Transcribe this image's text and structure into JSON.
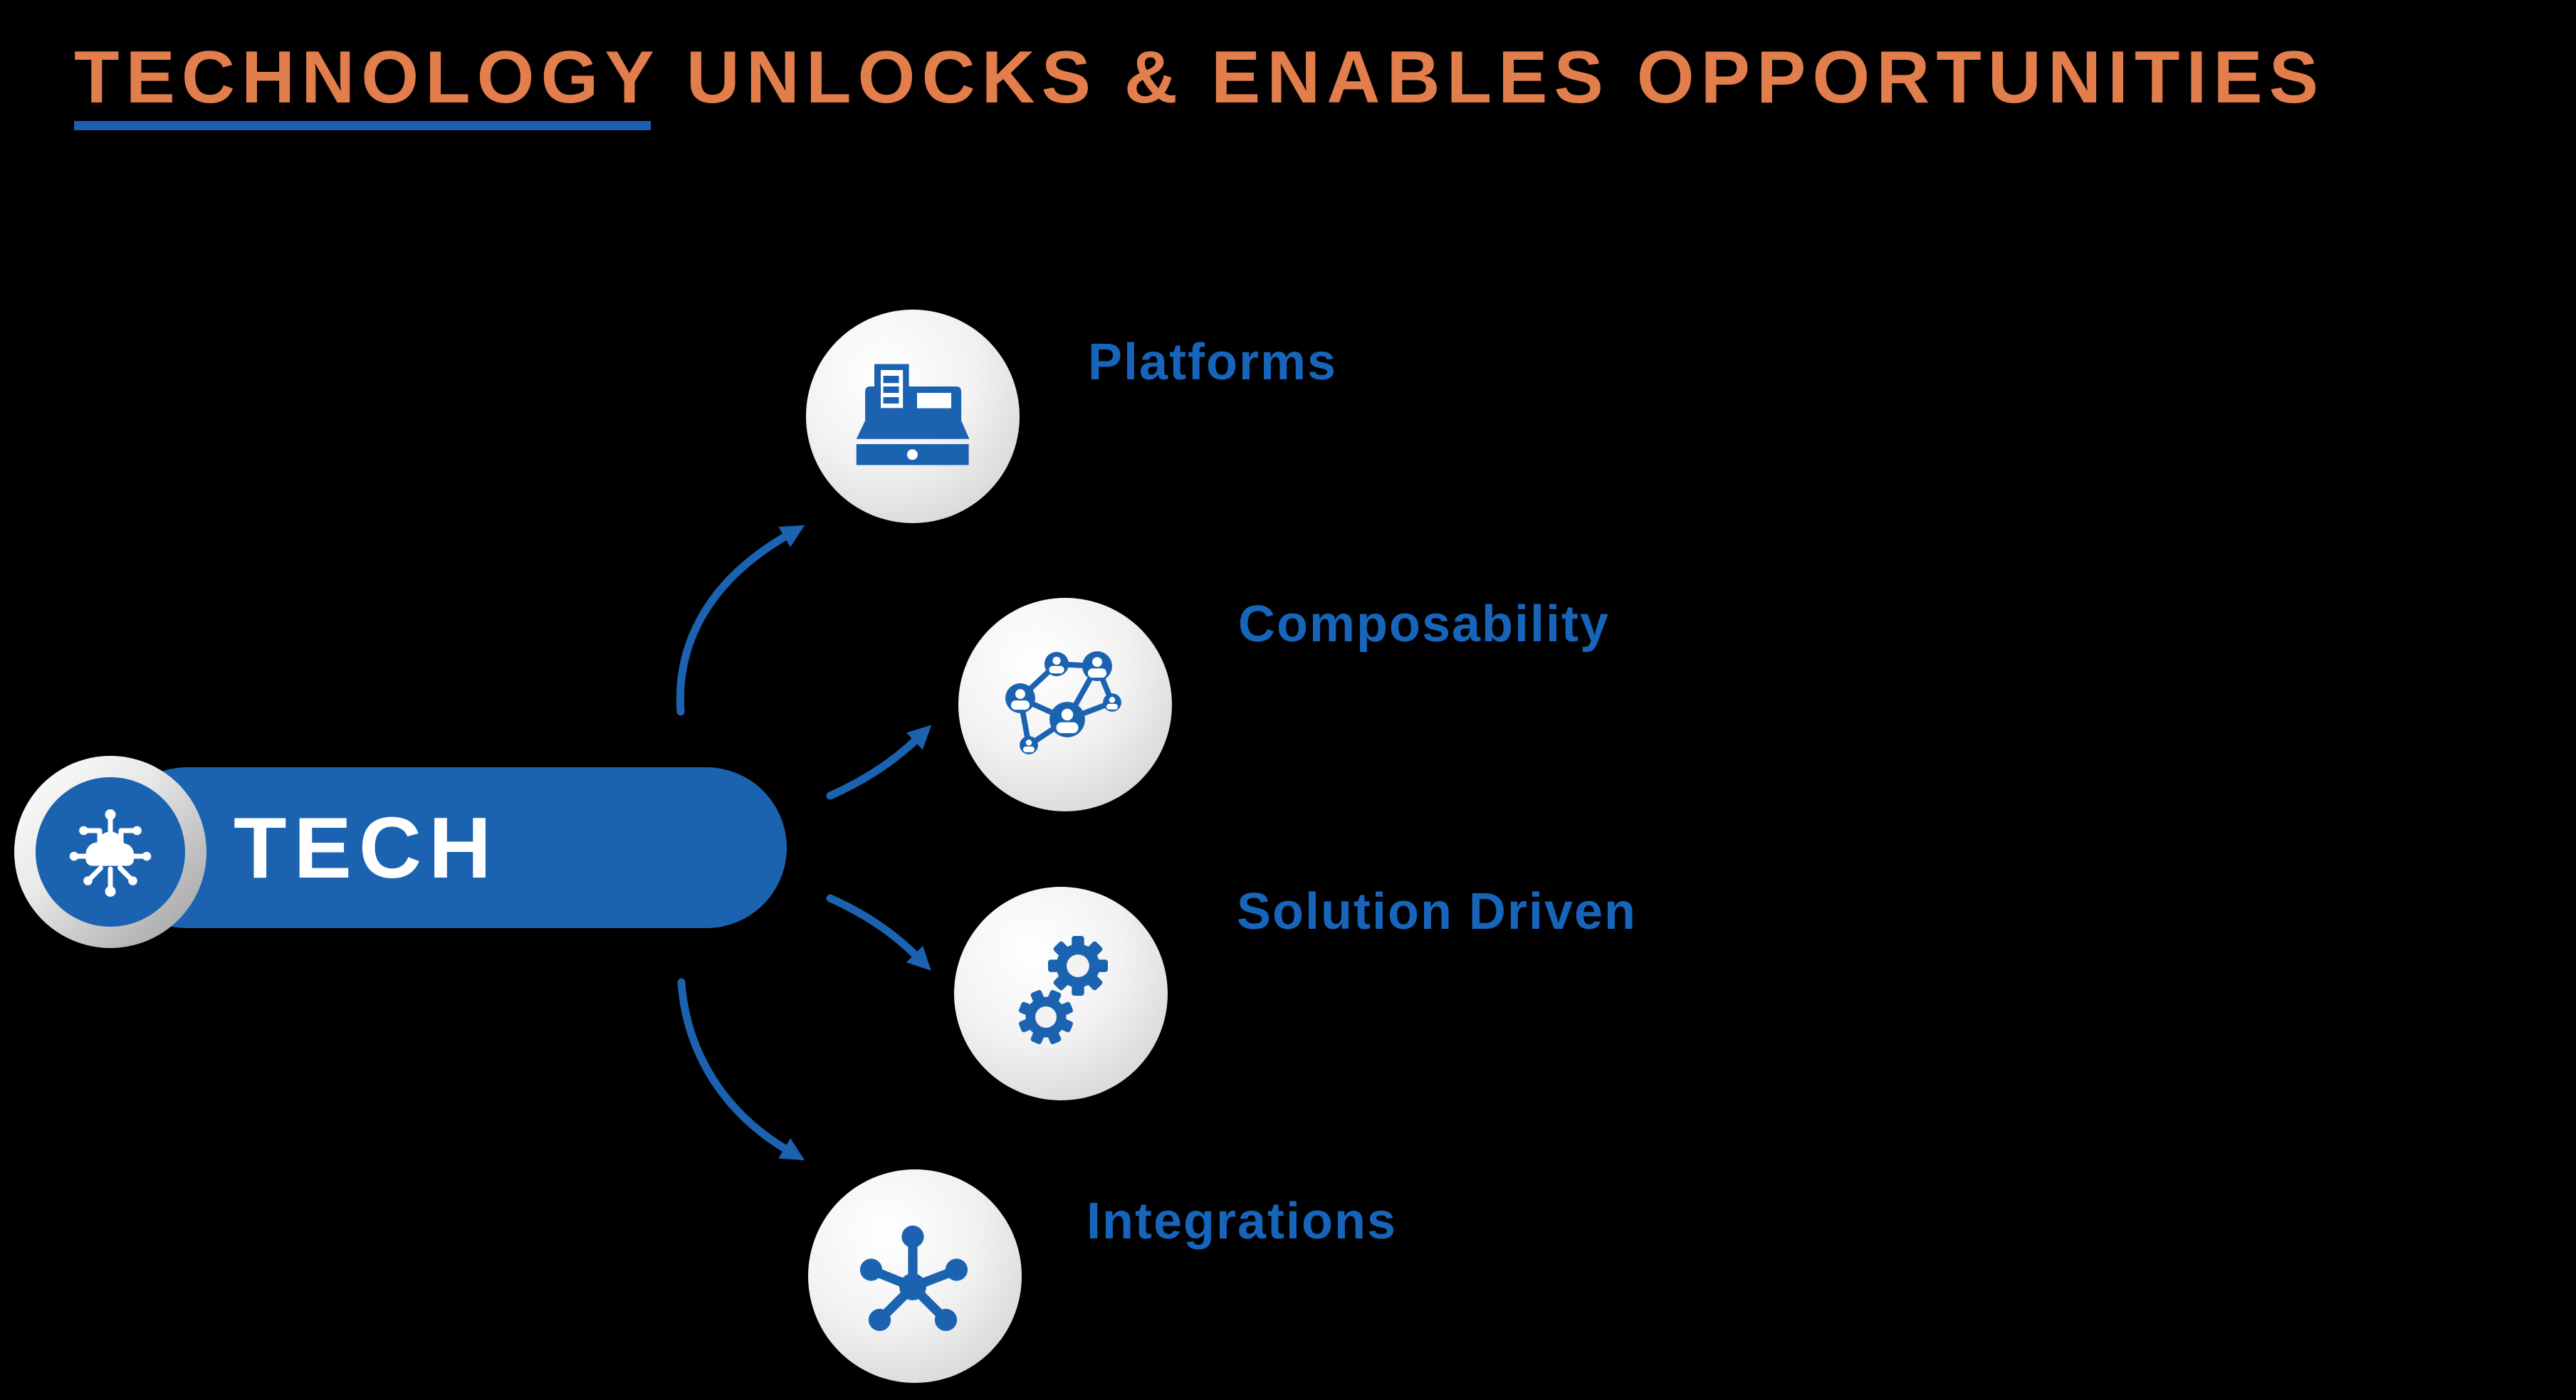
{
  "title": {
    "text": "TECHNOLOGY UNLOCKS & ENABLES OPPORTUNITIES",
    "underlined_word": "TECHNOLOGY"
  },
  "hub": {
    "label": "TECH",
    "icon": "cloud-network-icon"
  },
  "nodes": [
    {
      "label": "Platforms",
      "icon": "cash-register-icon"
    },
    {
      "label": "Composability",
      "icon": "people-network-icon"
    },
    {
      "label": "Solution Driven",
      "icon": "gears-icon"
    },
    {
      "label": "Integrations",
      "icon": "hub-spokes-icon"
    }
  ],
  "colors": {
    "background": "#000000",
    "accent_orange": "#E27D4C",
    "brand_blue": "#1B63B0",
    "label_blue": "#1765BA",
    "underline_blue": "#1B5FB0",
    "circle_gradient_edge": "#CBCBCB"
  }
}
